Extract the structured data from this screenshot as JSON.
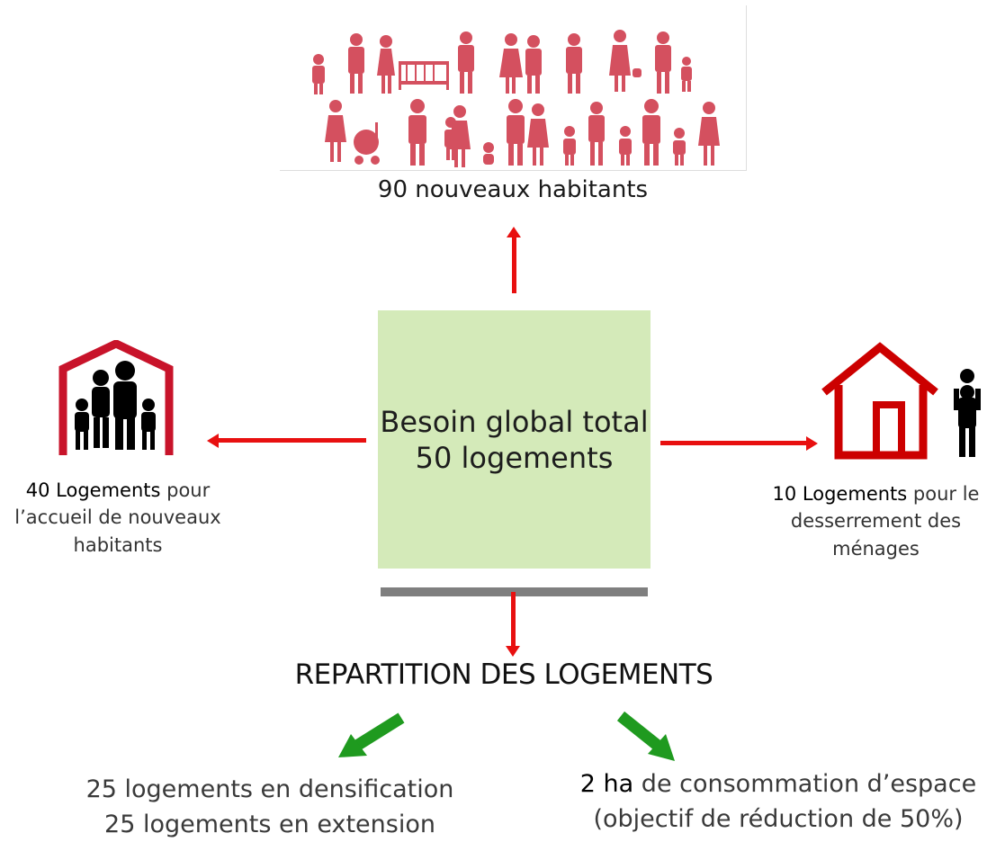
{
  "top": {
    "caption": "90 nouveaux habitants"
  },
  "center": {
    "line1": "Besoin global total",
    "line2": "50 logements"
  },
  "left": {
    "count": "40 Logements",
    "rest1": " pour",
    "rest2": "l’accueil de nouveaux",
    "rest3": "habitants"
  },
  "right": {
    "count": "10 Logements",
    "rest1": " pour le",
    "rest2": "desserrement des",
    "rest3": "ménages"
  },
  "repartition": {
    "title": "REPARTITION DES LOGEMENTS"
  },
  "bottom_left": {
    "line1": "25 logements en densification",
    "line2": "25 logements en extension"
  },
  "bottom_right": {
    "strong": "2 ha",
    "rest1": " de consommation d’espace",
    "line2": "(objectif de réduction de 50%)"
  },
  "colors": {
    "accent_red": "#e81010",
    "icon_red": "#c8132a",
    "people_pink": "#d4505f",
    "box_green": "#d4eab9",
    "arrow_green": "#1f9a1f",
    "bar_grey": "#7f7f7f"
  }
}
